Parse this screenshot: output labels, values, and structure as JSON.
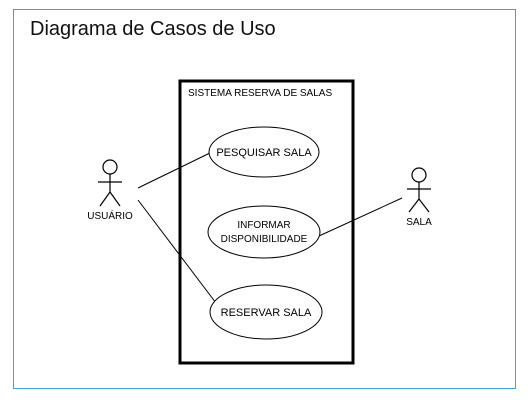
{
  "diagram": {
    "title": "Diagrama de Casos de Uso",
    "system": {
      "label": "SISTEMA RESERVA DE SALAS"
    },
    "actors": {
      "usuario": "USUÁRIO",
      "sala": "SALA"
    },
    "use_cases": {
      "pesquisar": [
        "PESQUISAR SALA"
      ],
      "informar": [
        "INFORMAR",
        "DISPONIBILIDADE"
      ],
      "reservar": [
        "RESERVAR SALA"
      ]
    },
    "colors": {
      "frame_border": "#3aa6d8",
      "stroke": "#000000",
      "background": "#ffffff"
    }
  }
}
